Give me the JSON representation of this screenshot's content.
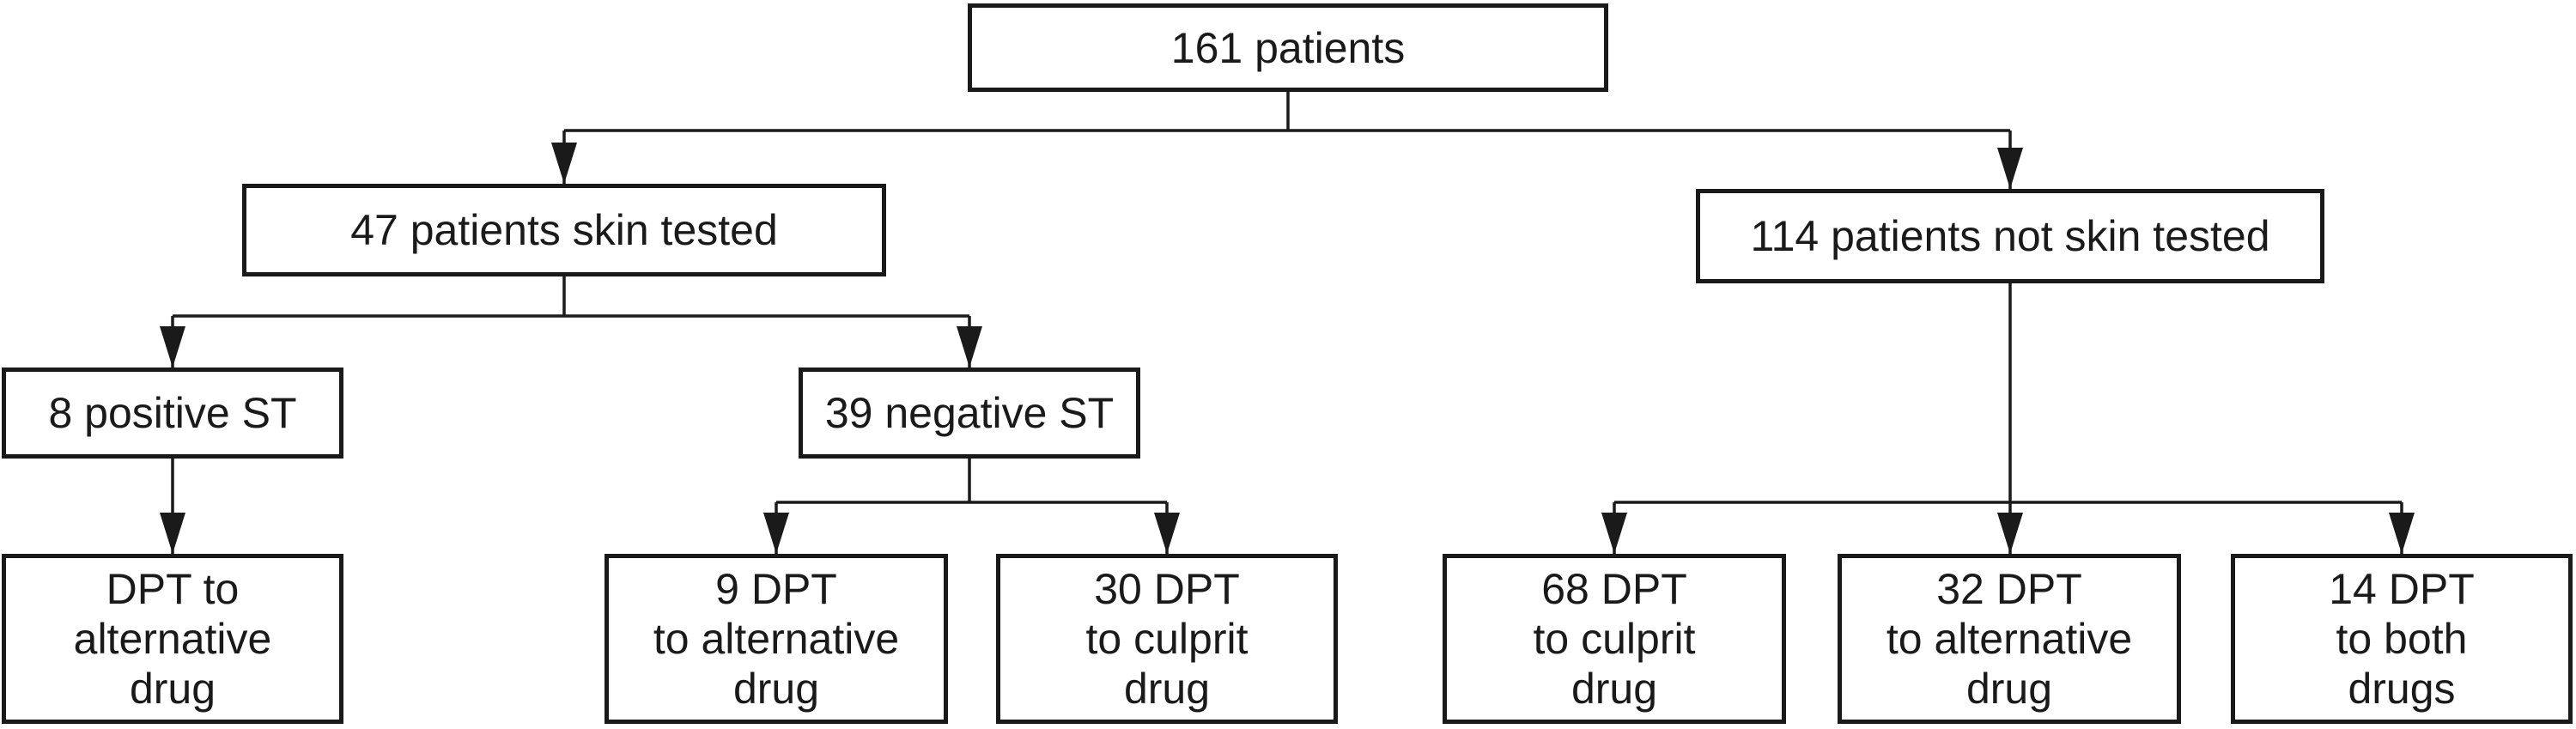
{
  "figure": {
    "type": "flowchart",
    "background": "#ffffff",
    "line_color": "#1a1a1a",
    "text_color": "#1a1a1a",
    "nodes": {
      "total": {
        "label": "161 patients"
      },
      "skin_tested": {
        "label": "47 patients skin tested"
      },
      "not_skin_tested": {
        "label": "114 patients not skin tested"
      },
      "positive_st": {
        "label": "8 positive ST"
      },
      "negative_st": {
        "label": "39 negative ST"
      },
      "dpt_alternative": {
        "lines": [
          "DPT to",
          "alternative",
          "drug"
        ]
      },
      "dpt_9_alternative": {
        "lines": [
          "9 DPT",
          "to alternative",
          "drug"
        ]
      },
      "dpt_30_culprit": {
        "lines": [
          "30 DPT",
          "to culprit",
          "drug"
        ]
      },
      "dpt_68_culprit": {
        "lines": [
          "68 DPT",
          "to culprit",
          "drug"
        ]
      },
      "dpt_32_alternative": {
        "lines": [
          "32 DPT",
          "to alternative",
          "drug"
        ]
      },
      "dpt_14_both": {
        "lines": [
          "14 DPT",
          "to both",
          "drugs"
        ]
      }
    },
    "edges": [
      {
        "from": "total",
        "to": "skin_tested"
      },
      {
        "from": "total",
        "to": "not_skin_tested"
      },
      {
        "from": "skin_tested",
        "to": "positive_st"
      },
      {
        "from": "skin_tested",
        "to": "negative_st"
      },
      {
        "from": "positive_st",
        "to": "dpt_alternative"
      },
      {
        "from": "negative_st",
        "to": "dpt_9_alternative"
      },
      {
        "from": "negative_st",
        "to": "dpt_30_culprit"
      },
      {
        "from": "not_skin_tested",
        "to": "dpt_68_culprit"
      },
      {
        "from": "not_skin_tested",
        "to": "dpt_32_alternative"
      },
      {
        "from": "not_skin_tested",
        "to": "dpt_14_both"
      }
    ]
  }
}
